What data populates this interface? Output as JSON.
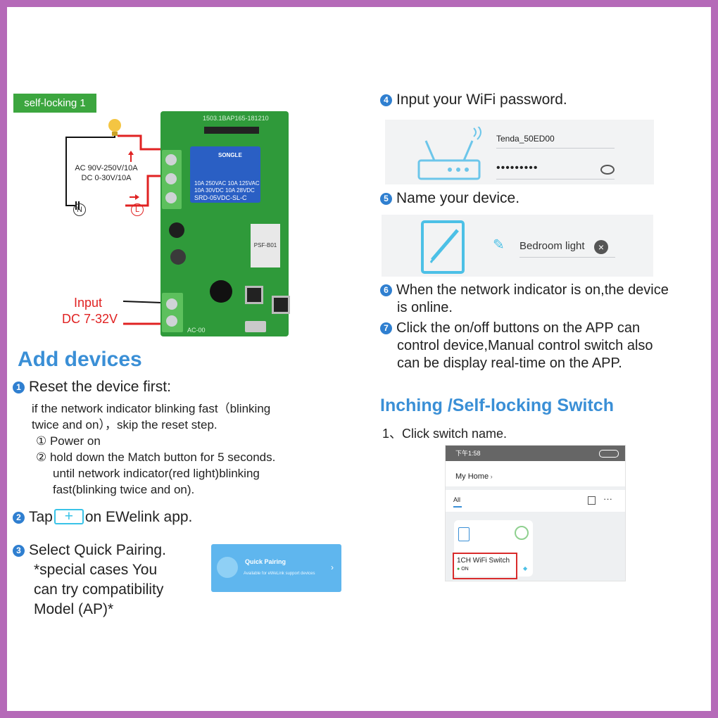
{
  "left": {
    "badge": "self-locking 1",
    "wiring": {
      "ac_label": "AC 90V-250V/10A",
      "dc_label": "DC 0-30V/10A",
      "neutral": "N",
      "live": "L",
      "input_label": "Input",
      "input_voltage": "DC 7-32V"
    },
    "board": {
      "top_print": "1503.1BAP165-181210",
      "relay_brand": "SONGLE",
      "relay_lines": [
        "10A 250VAC 10A 125VAC",
        "10A 30VDC 10A 28VDC",
        "SRD-05VDC-SL-C"
      ],
      "module_text": "PSF-B01",
      "bottom_print": "AC-00"
    },
    "heading": "Add devices",
    "step1": {
      "num": "1",
      "title": "Reset the device first:",
      "body1": "if the network indicator blinking fast（blinking",
      "body2": "twice and on），skip the reset step.",
      "sub1": "① Power on",
      "sub2": "② hold down the Match button for 5 seconds.",
      "sub3": "until  network indicator(red light)blinking",
      "sub4": "fast(blinking twice and on)."
    },
    "step2": {
      "num": "2",
      "pre": "Tap",
      "plus": "+",
      "post": "on EWelink app."
    },
    "step3": {
      "num": "3",
      "line1": "Select Quick Pairing.",
      "line2": "*special cases You",
      "line3": "can try compatibility",
      "line4": "Model (AP)*",
      "card_title": "Quick Pairing",
      "card_sub": "Available for eWeLink support devices"
    }
  },
  "right": {
    "step4": {
      "num": "4",
      "text": "Input your WiFi password.",
      "ssid": "Tenda_50ED00",
      "password": "•••••••••"
    },
    "step5": {
      "num": "5",
      "text": "Name your device.",
      "device_name": "Bedroom light"
    },
    "step6": {
      "num": "6",
      "line1": "When the network indicator is on,the device",
      "line2": "is online."
    },
    "step7": {
      "num": "7",
      "line1": "Click the on/off buttons on the APP can",
      "line2": "control device,Manual control switch also",
      "line3": "can be display real-time on the APP."
    },
    "heading": "Inching /Self-locking Switch",
    "click_step": "1、Click switch name.",
    "phone": {
      "status_time": "下午1:58",
      "home": "My Home",
      "tab_all": "All",
      "device_name": "1CH WiFi Switch",
      "device_state": "ON"
    }
  },
  "colors": {
    "frame": "#b56ab8",
    "accent_blue": "#3a8fd6",
    "badge_green": "#3ca63f",
    "wire_red": "#e02222"
  }
}
